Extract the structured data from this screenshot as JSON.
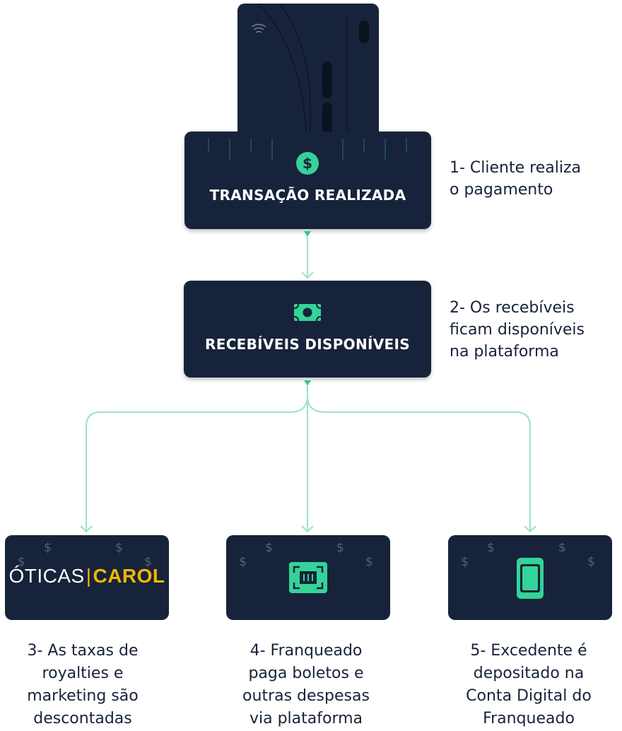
{
  "colors": {
    "navy": "#17233a",
    "green": "#34d399",
    "connector": "#9be3c4",
    "logo_yellow": "#f2b705"
  },
  "steps": [
    {
      "title": "TRANSAÇÃO REALIZADA",
      "icon": "dollar-coin-icon",
      "caption": "1- Cliente realiza\no pagamento"
    },
    {
      "title": "RECEBÍVEIS DISPONÍVEIS",
      "icon": "banknote-icon",
      "caption": "2- Os recebíveis\nficam disponíveis\nna plataforma"
    }
  ],
  "branches": [
    {
      "logo": {
        "part1": "ÓTICAS",
        "separator": "|",
        "part2": "CAROL"
      },
      "caption": "3- As taxas de\nroyalties e\nmarketing são\ndescontadas"
    },
    {
      "icon": "barcode-scan-icon",
      "caption": "4- Franqueado\npaga boletos e\noutras despesas\nvia plataforma"
    },
    {
      "icon": "smartphone-icon",
      "caption": "5- Excedente é\ndepositado na\nConta Digital do\nFranqueado"
    }
  ],
  "decor": {
    "currency_symbol": "$"
  }
}
